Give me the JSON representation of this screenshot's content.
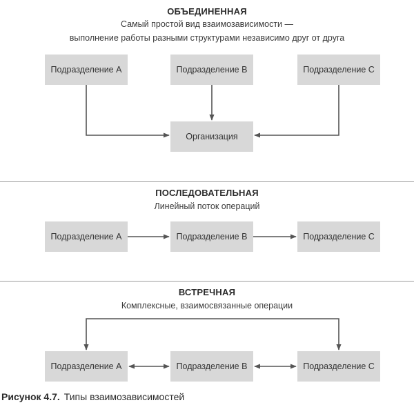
{
  "pooled": {
    "title": "ОБЪЕДИНЕННАЯ",
    "subtitle_line1": "Самый простой вид взаимозависимости —",
    "subtitle_line2": "выполнение работы разными структурами независимо друг от друга",
    "unit_a": "Подразделение А",
    "unit_b": "Подразделение B",
    "unit_c": "Подразделение C",
    "organization": "Организация"
  },
  "sequential": {
    "title": "ПОСЛЕДОВАТЕЛЬНАЯ",
    "subtitle": "Линейный поток операций",
    "unit_a": "Подразделение А",
    "unit_b": "Подразделение B",
    "unit_c": "Подразделение C"
  },
  "reciprocal": {
    "title": "ВСТРЕЧНАЯ",
    "subtitle": "Комплексные, взаимосвязанные операции",
    "unit_a": "Подразделение А",
    "unit_b": "Подразделение B",
    "unit_c": "Подразделение C"
  },
  "caption": {
    "number": "Рисунок 4.7.",
    "text": "Типы взаимозависимостей"
  },
  "colors": {
    "box_fill": "#d8d8d8",
    "arrow": "#555555",
    "divider": "#9a9a9a"
  }
}
